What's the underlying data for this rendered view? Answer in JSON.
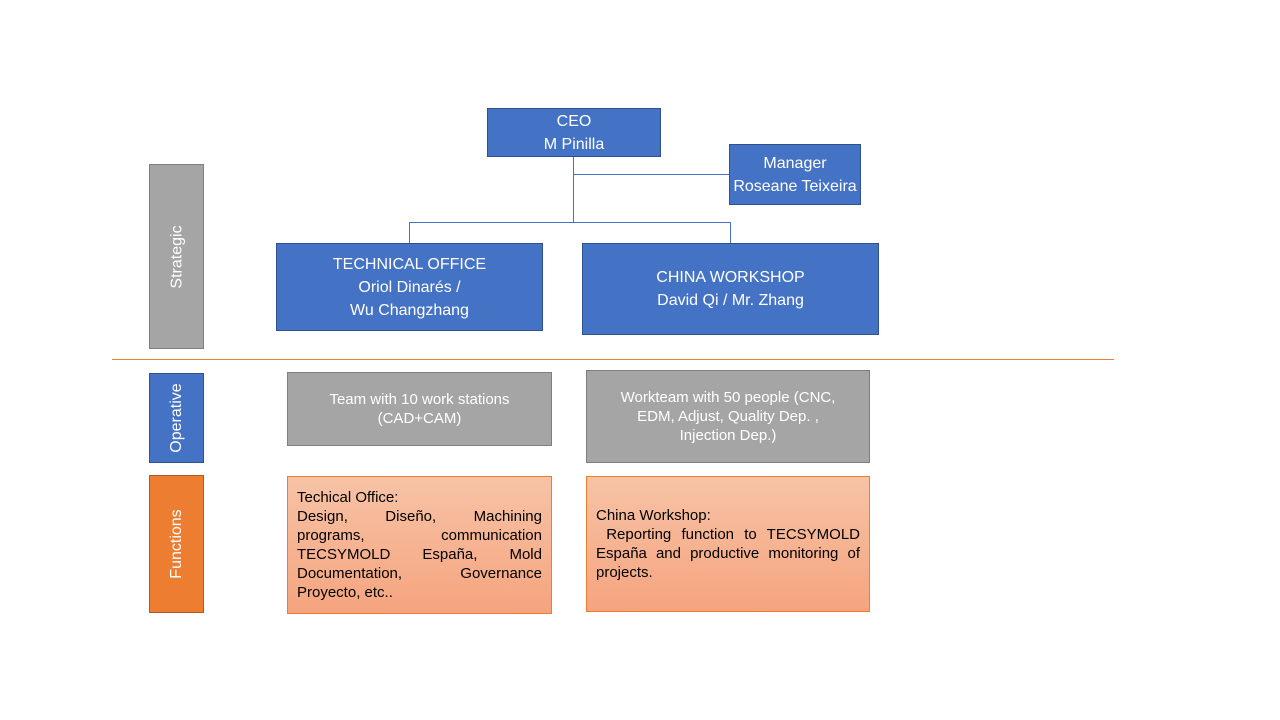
{
  "tiers": {
    "strategic": "Strategic",
    "operative": "Operative",
    "functions": "Functions"
  },
  "ceo": {
    "title": "CEO",
    "name": "M Pinilla"
  },
  "manager": {
    "title": "Manager",
    "name": "Roseane Teixeira"
  },
  "technical_office": {
    "title": "TECHNICAL OFFICE",
    "names_line1": "Oriol Dinarés /",
    "names_line2": "Wu Changzhang"
  },
  "china_workshop": {
    "title": "CHINA WORKSHOP",
    "names": "David Qi / Mr. Zhang"
  },
  "operative_boxes": {
    "technical_team": {
      "line1": "Team with  10 work stations",
      "line2": "(CAD+CAM)"
    },
    "china_team": {
      "line1": "Workteam with 50 people (CNC,",
      "line2": "EDM,  Adjust,  Quality Dep. ,",
      "line3": "Injection Dep.)"
    }
  },
  "function_boxes": {
    "technical_office": {
      "heading": "Techical Office:",
      "body": "Design, Diseño, Machining programs, communication TECSYMOLD España, Mold Documentation, Governance Proyecto, etc.."
    },
    "china_workshop": {
      "heading": "China Workshop:",
      "body": " Reporting function to TECSYMOLD España and productive monitoring of projects."
    }
  },
  "colors": {
    "blue": "#4472c4",
    "gray": "#a5a5a5",
    "orange": "#ed7d31",
    "salmon": "#f5a47e"
  }
}
